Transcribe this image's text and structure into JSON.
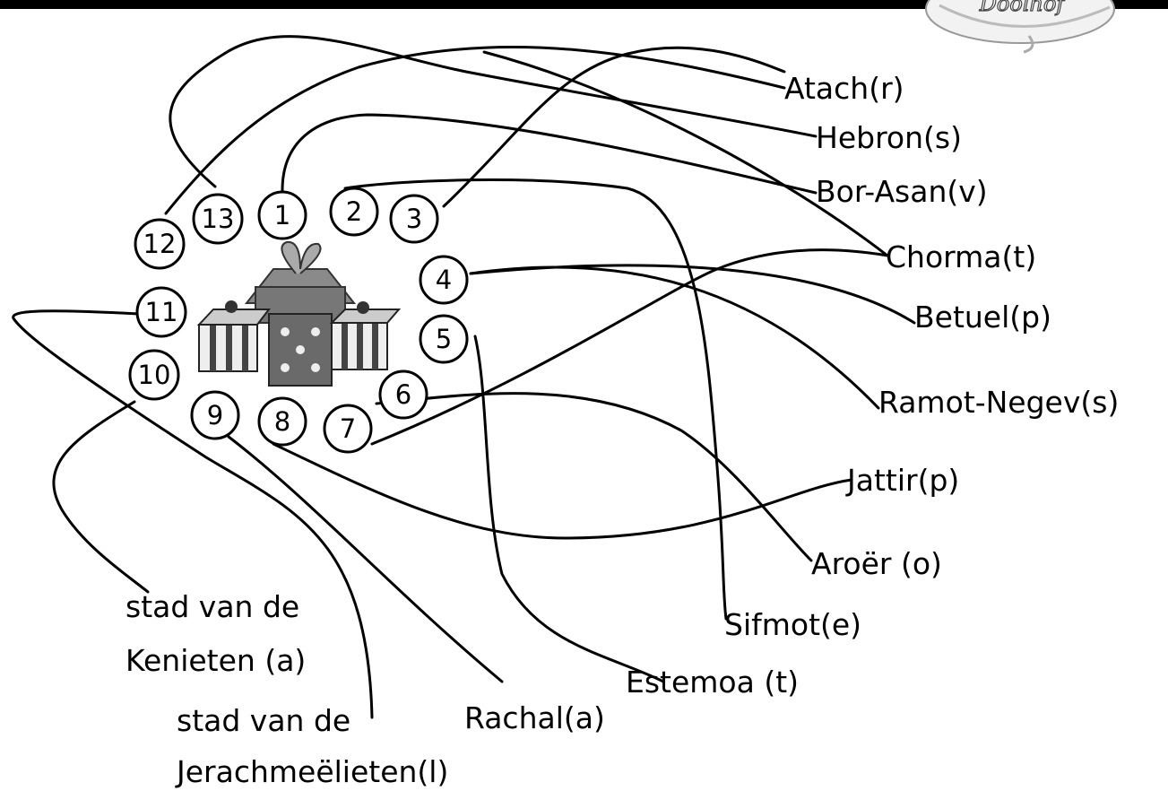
{
  "logo": {
    "text": "Doolhof"
  },
  "numbers": [
    "1",
    "2",
    "3",
    "4",
    "5",
    "6",
    "7",
    "8",
    "9",
    "10",
    "11",
    "12",
    "13"
  ],
  "places": {
    "atach": "Atach(r)",
    "hebron": "Hebron(s)",
    "borasan": "Bor-Asan(v)",
    "chorma": "Chorma(t)",
    "betuel": "Betuel(p)",
    "ramot": "Ramot-Negev(s)",
    "jattir": "Jattir(p)",
    "aroer": "Aroër (o)",
    "sifmot": "Sifmot(e)",
    "estemoa": "Estemoa (t)",
    "rachal": "Rachal(a)",
    "kenieten1": "stad van de",
    "kenieten2": "Kenieten (a)",
    "jerach1": "stad van de",
    "jerach2": "Jerachmeëlieten(l)"
  }
}
